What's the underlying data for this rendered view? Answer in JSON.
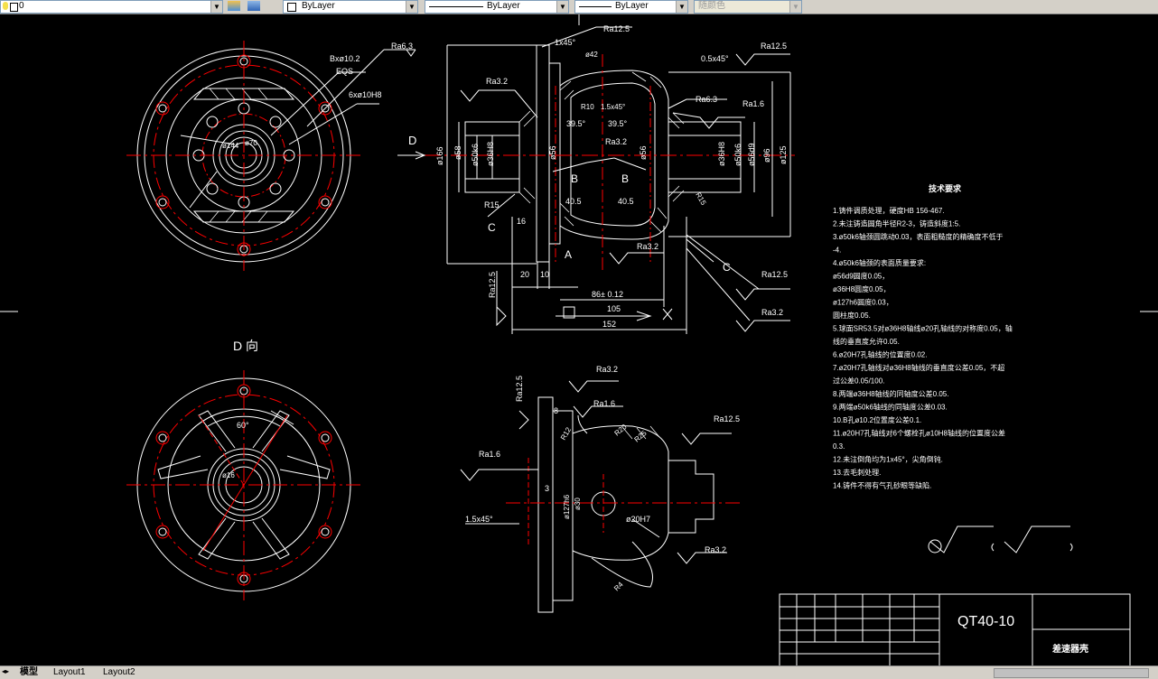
{
  "toolbar": {
    "layer_value": "0",
    "color_value": "ByLayer",
    "linetype_value": "ByLayer",
    "lineweight_value": "ByLayer",
    "plotstyle_value": "随颜色"
  },
  "tabs": [
    {
      "label": "模型"
    },
    {
      "label": "Layout1"
    },
    {
      "label": "Layout2"
    }
  ],
  "labels": {
    "view_d": "D 向",
    "arrow_d": "D",
    "bx": "Bxø10.2",
    "eqs": "EQS",
    "holes": "6xø10H8",
    "ra63_a": "Ra6.3",
    "phi144": "ø144",
    "phi70": "ø70",
    "ra125_top": "Ra12.5",
    "c1x45": "1x45°",
    "phi42": "ø42",
    "c05x45": "0.5x45°",
    "ra125_r": "Ra12.5",
    "ra32_l": "Ra3.2",
    "r10": "R10",
    "c15x45": "1.5x45°",
    "ra63_m": "Ra6.3",
    "ra16_r": "Ra1.6",
    "a395l": "39.5°",
    "a395r": "39.5°",
    "ra32_c": "Ra3.2",
    "phi166": "ø166",
    "phi58": "ø58",
    "phi50k6l": "ø50k6",
    "phi36h8l": "ø36H8",
    "phi56l": "ø56",
    "phi56r": "ø56",
    "phi36h8r": "ø36H8",
    "phi50k6r": "ø50k6",
    "phi56d9": "ø56d9",
    "phi96": "ø96",
    "phi125": "ø125",
    "b_l": "B",
    "b_r": "B",
    "d405l": "40.5",
    "d405r": "40.5",
    "r15": "R15",
    "c_l": "C",
    "d16": "16",
    "ra32_b": "Ra3.2",
    "a_l": "A",
    "c_r": "C",
    "d20": "20",
    "d10": "10",
    "ra125_v": "Ra12.5",
    "d86": "86± 0.12",
    "d105": "105",
    "d152": "152",
    "ra125_br": "Ra12.5",
    "ra32_br": "Ra3.2",
    "r15_2": "R15",
    "a60": "60°",
    "phi16": "ø16",
    "ra32_t": "Ra3.2",
    "ra125_v2": "Ra12.5",
    "ra16_t": "Ra1.6",
    "d8": "8",
    "r12": "R12",
    "r20": "R20",
    "r25": "R25",
    "ra125_s": "Ra12.5",
    "ra16_s": "Ra1.6",
    "d3": "3",
    "c15x45_s": "1.5x45°",
    "phi127": "ø127h6",
    "phi30": "ø30",
    "phi20h7": "ø20H7",
    "ra32_s": "Ra3.2",
    "r4": "R4",
    "tb_material": "QT40-10",
    "tb_name": "差速器壳"
  },
  "notes": {
    "title": "技术要求",
    "lines": [
      "1.铸件调质处理，硬度HB 156-467.",
      "2.未注铸造圆角半径R2-3，铸造斜度1:5.",
      "3.ø50k6轴颈圆跳动0.03，表面粗糙度的精确度不低于",
      "-4.",
      "4.ø50k6轴颈的表面质量要求:",
      "ø56d9圆度0.05，",
      "ø36H8圆度0.05，",
      "ø127h6圆度0.03，",
      "圆柱度0.05.",
      "5.球面SR53.5对ø36H8轴线ø20孔轴线的对称度0.05，轴",
      "线的垂直度允许0.05.",
      "6.ø20H7孔轴线的位置度0.02.",
      "7.ø20H7孔轴线对ø36H8轴线的垂直度公差0.05，不超",
      "过公差0.05/100.",
      "8.两端ø36H8轴线的同轴度公差0.05.",
      "9.两端ø50k6轴线的同轴度公差0.03.",
      "10.B孔ø10.2位置度公差0.1.",
      "11.ø20H7孔轴线对6个螺栓孔ø10H8轴线的位置度公差",
      "0.3.",
      "12.未注倒角均为1x45°，尖角倒钝.",
      "13.去毛刺处理.",
      "14.铸件不得有气孔砂眼等缺陷."
    ]
  },
  "colors": {
    "accent_red": "#ff0000",
    "line_white": "#ffffff",
    "background": "#000000"
  }
}
